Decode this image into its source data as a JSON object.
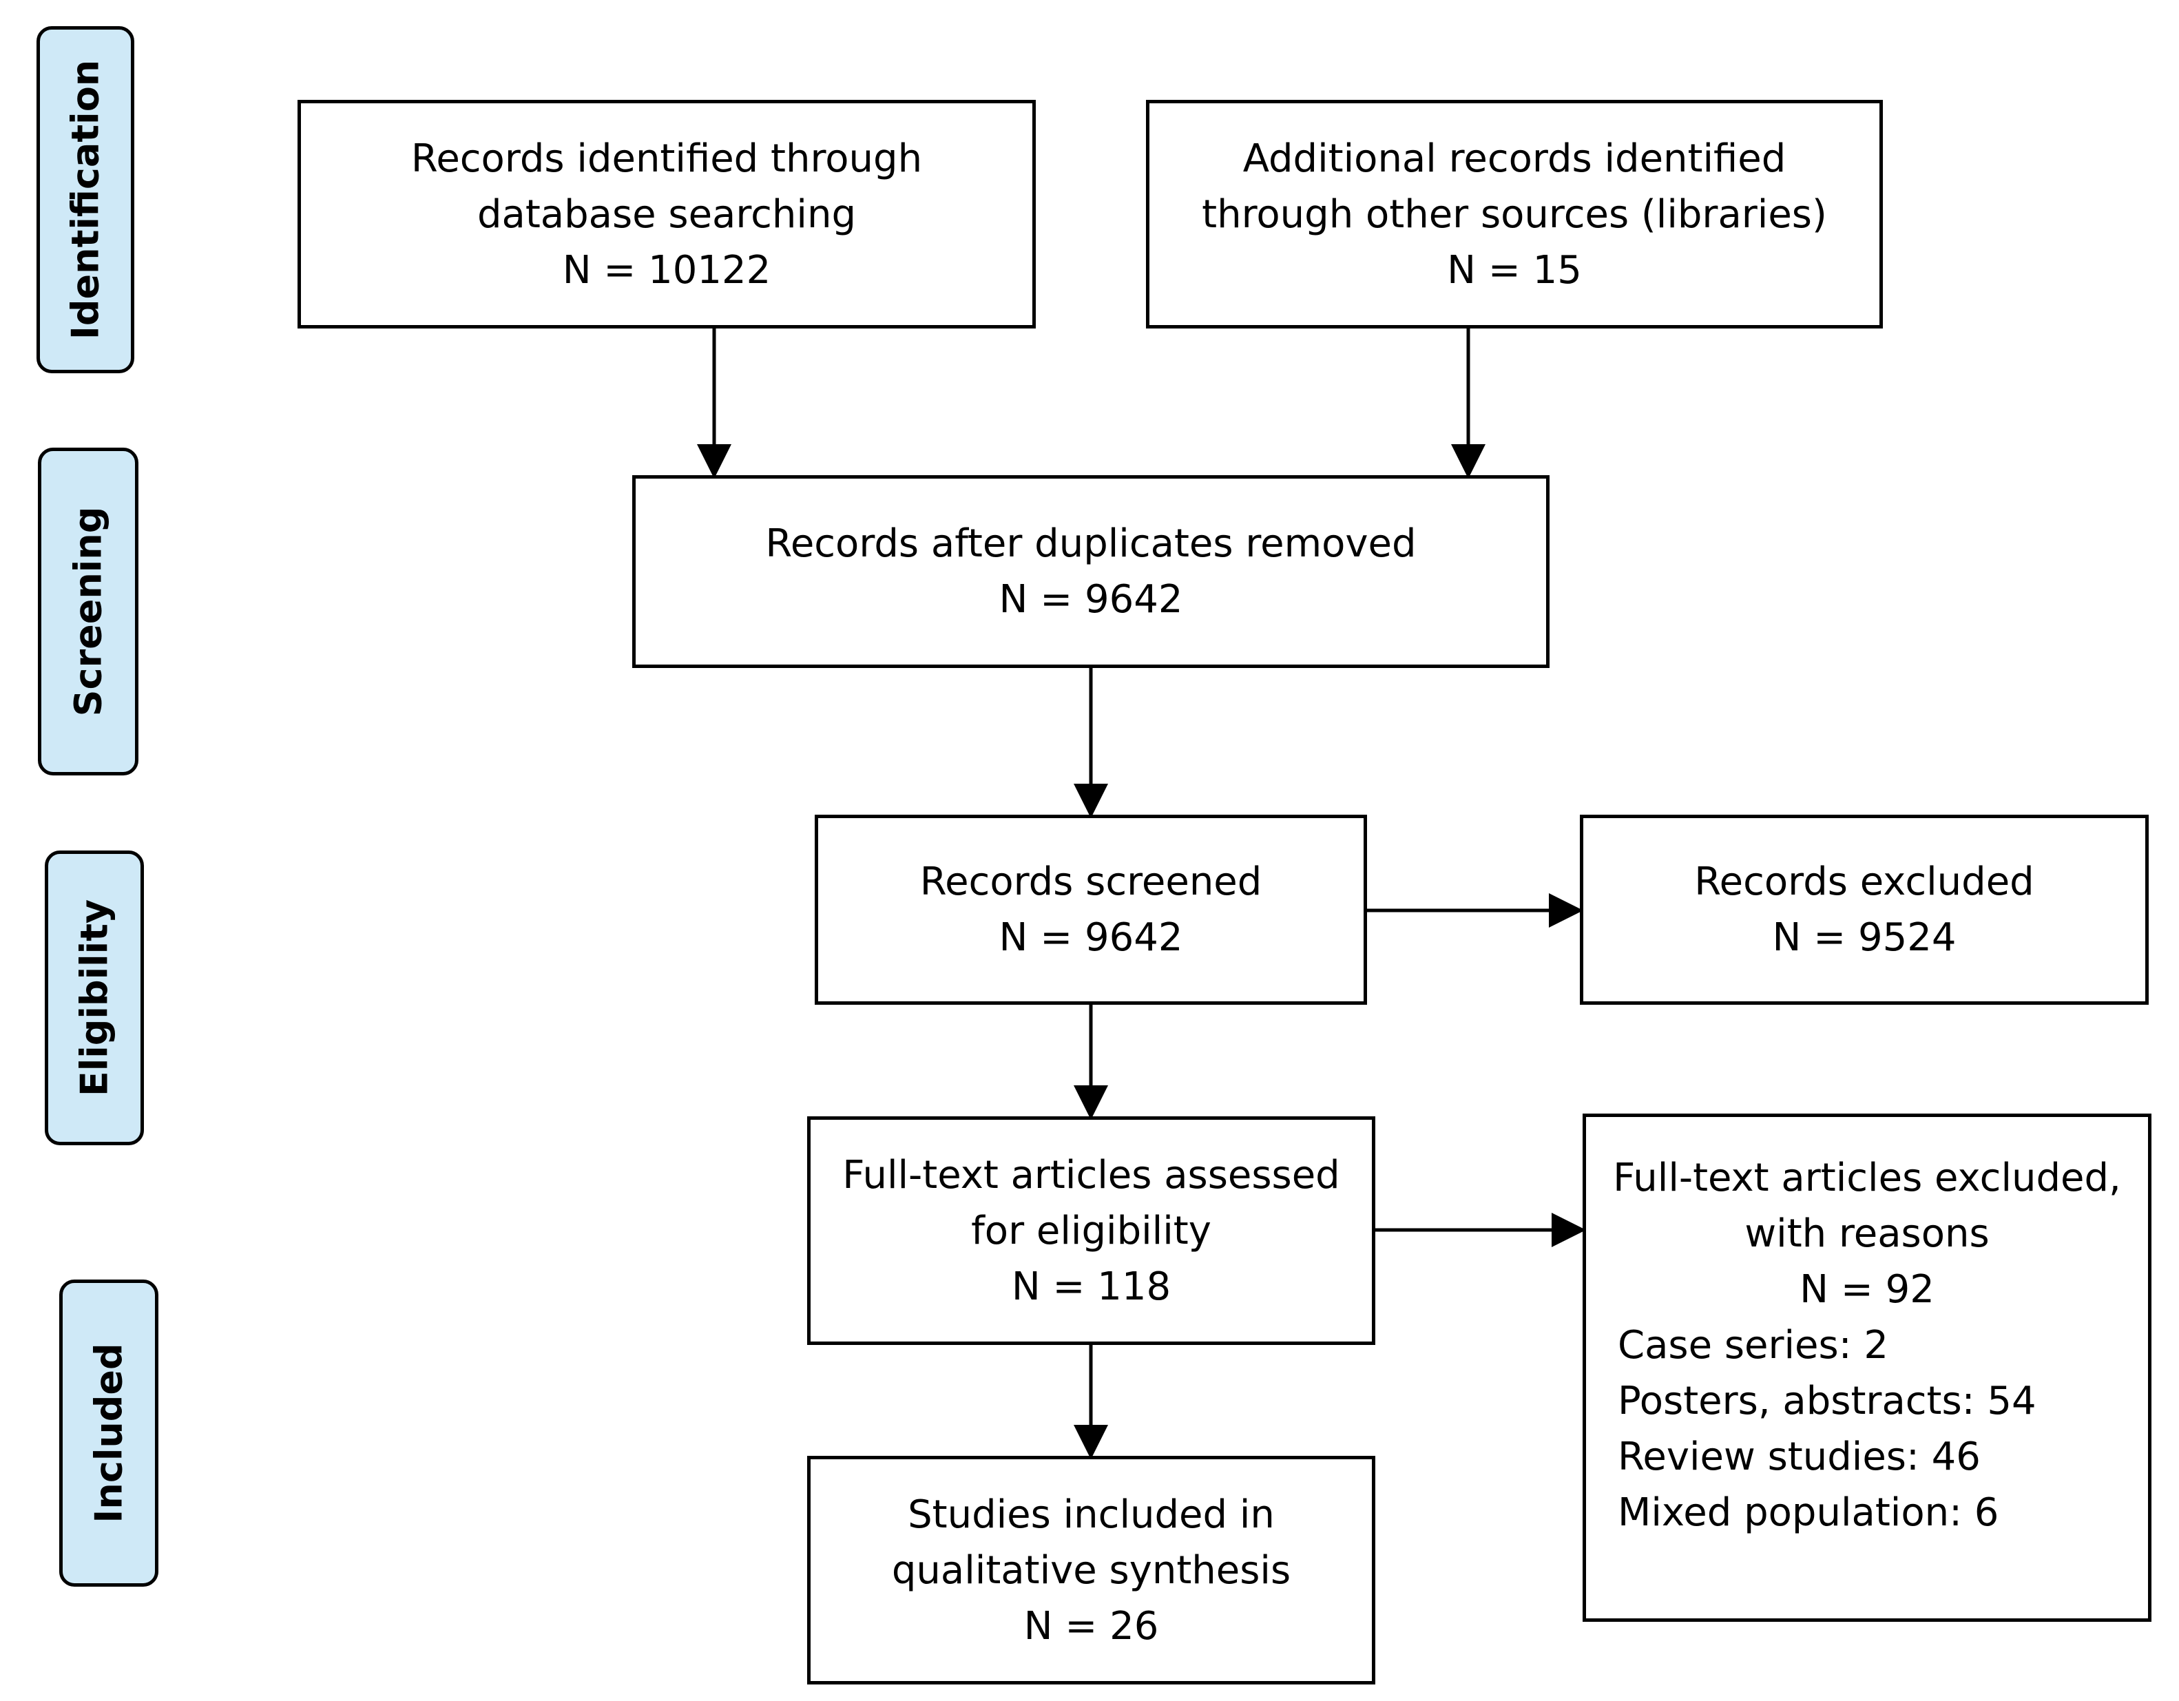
{
  "phases": {
    "identification": "Identification",
    "screening": "Screening",
    "eligibility": "Eligibility",
    "included": "Included"
  },
  "boxes": {
    "database": {
      "line1": "Records identified through",
      "line2": "database searching",
      "count": "N = 10122"
    },
    "other_sources": {
      "line1": "Additional records identified",
      "line2": "through other sources (libraries)",
      "count": "N = 15"
    },
    "duplicates_removed": {
      "line1": "Records after duplicates removed",
      "count": "N = 9642"
    },
    "screened": {
      "line1": "Records screened",
      "count": "N = 9642"
    },
    "records_excluded": {
      "line1": "Records excluded",
      "count": "N = 9524"
    },
    "fulltext_assessed": {
      "line1": "Full-text articles assessed",
      "line2": "for eligibility",
      "count": "N = 118"
    },
    "fulltext_excluded": {
      "line1": "Full-text articles excluded,",
      "line2": "with reasons",
      "count": "N = 92",
      "reasons": [
        "Case series: 2",
        "Posters, abstracts: 54",
        "Review studies: 46",
        "Mixed population: 6"
      ]
    },
    "included_studies": {
      "line1": "Studies included in",
      "line2": "qualitative synthesis",
      "count": "N = 26"
    }
  }
}
